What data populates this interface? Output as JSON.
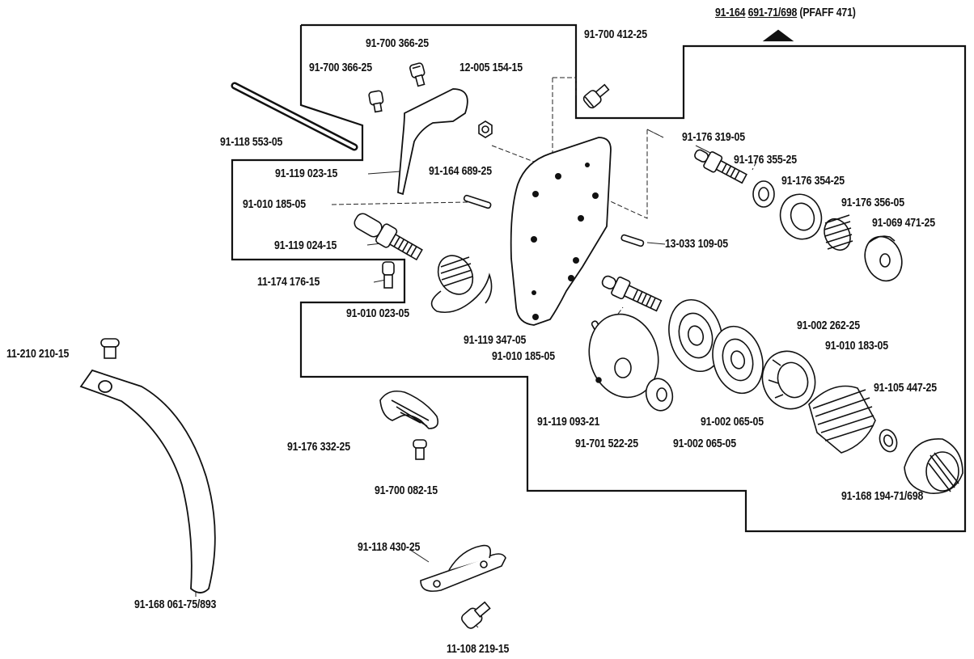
{
  "header": {
    "part_number_a": "91-164",
    "part_number_b": "691-71/698",
    "machine": "(PFAFF 471)"
  },
  "labels": {
    "l01": "91-700 366-25",
    "l02": "91-700 366-25",
    "l03": "91-700 412-25",
    "l04": "12-005 154-15",
    "l05": "91-118 553-05",
    "l06": "91-119 023-15",
    "l07": "91-164 689-25",
    "l08": "91-010 185-05",
    "l09": "91-119 024-15",
    "l10": "11-174 176-15",
    "l11": "91-010 023-05",
    "l12": "91-176 319-05",
    "l13": "91-176 355-25",
    "l14": "91-176 354-25",
    "l15": "91-176 356-05",
    "l16": "91-069 471-25",
    "l17": "13-033 109-05",
    "l18": "91-119 347-05",
    "l19": "91-010 185-05",
    "l20": "91-002 262-25",
    "l21": "91-010 183-05",
    "l22": "91-105 447-25",
    "l23": "91-119 093-21",
    "l24": "91-701 522-25",
    "l25": "91-002 065-05",
    "l26": "91-002 065-05",
    "l27": "91-168 194-71/698",
    "l28": "11-210 210-15",
    "l29": "91-176 332-25",
    "l30": "91-700 082-15",
    "l31": "91-118 430-25",
    "l32": "91-168 061-75/893",
    "l33": "11-108 219-15"
  }
}
